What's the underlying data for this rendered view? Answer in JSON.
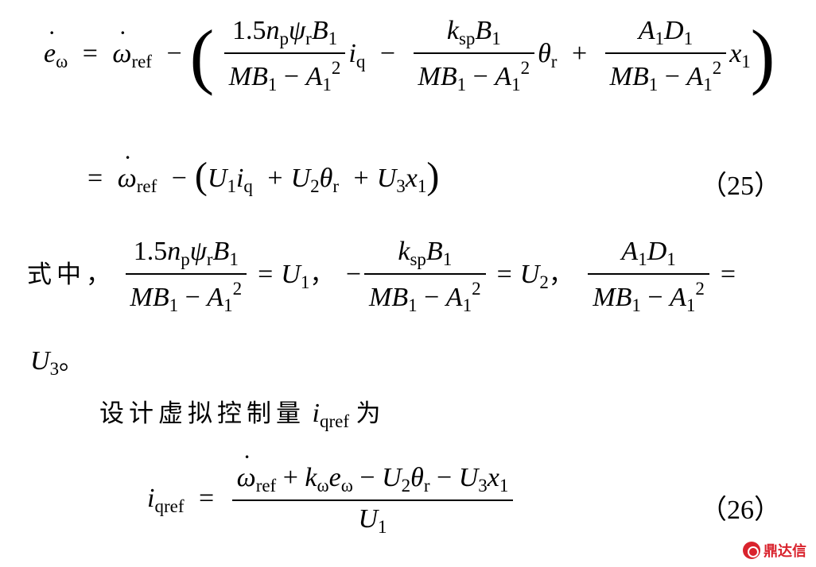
{
  "eq25": {
    "number": "（25）"
  },
  "text": {
    "where_prefix": "式中，",
    "comma": "，",
    "period": "。",
    "design_prefix": "设计虚拟控制量",
    "design_suffix": "为"
  },
  "eq26": {
    "number": "（26）"
  },
  "watermark": {
    "text": "鼎达信"
  }
}
